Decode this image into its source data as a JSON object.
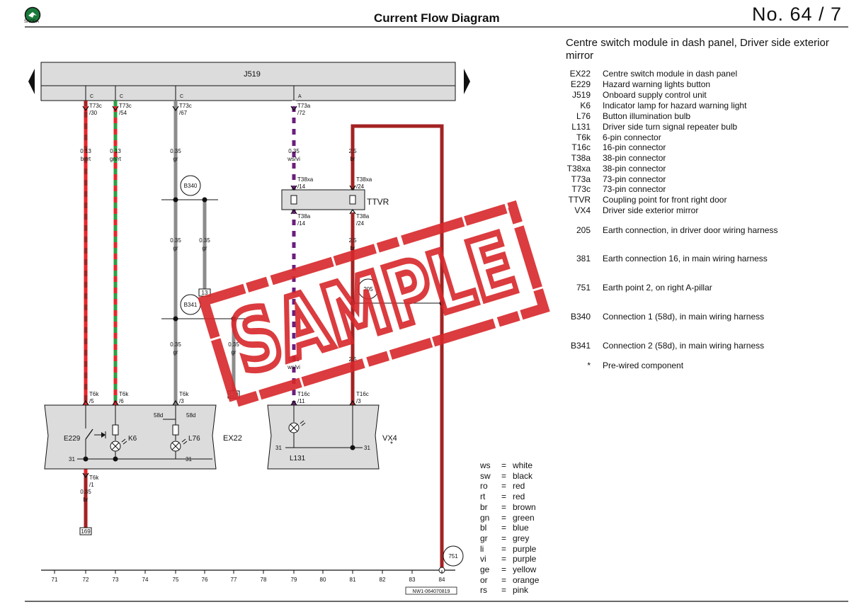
{
  "header": {
    "logo_text": "ŠKODA",
    "title": "Current Flow Diagram",
    "page_no": "No.  64 /  7",
    "subtitle": "Centre switch module in dash panel, Driver side exterior mirror"
  },
  "legend": [
    {
      "code": "EX22",
      "desc": "Centre switch module in dash panel"
    },
    {
      "code": "E229",
      "desc": "Hazard warning lights button"
    },
    {
      "code": "J519",
      "desc": "Onboard supply control unit"
    },
    {
      "code": "K6",
      "desc": "Indicator lamp for hazard warning light"
    },
    {
      "code": "L76",
      "desc": "Button illumination bulb"
    },
    {
      "code": "L131",
      "desc": "Driver side turn signal repeater bulb"
    },
    {
      "code": "T6k",
      "desc": "6-pin connector"
    },
    {
      "code": "T16c",
      "desc": "16-pin connector"
    },
    {
      "code": "T38a",
      "desc": "38-pin connector"
    },
    {
      "code": "T38xa",
      "desc": "38-pin connector"
    },
    {
      "code": "T73a",
      "desc": "73-pin connector"
    },
    {
      "code": "T73c",
      "desc": "73-pin connector"
    },
    {
      "code": "TTVR",
      "desc": "Coupling point for front right door"
    },
    {
      "code": "VX4",
      "desc": "Driver side exterior mirror"
    },
    {
      "code": "205",
      "desc": "Earth connection, in driver door wiring harness"
    },
    {
      "code": "381",
      "desc": "Earth connection 16, in main wiring harness"
    },
    {
      "code": "751",
      "desc": "Earth point 2, on right A-pillar"
    },
    {
      "code": "B340",
      "desc": "Connection 1 (58d), in main wiring harness"
    },
    {
      "code": "B341",
      "desc": "Connection 2 (58d), in main wiring harness"
    },
    {
      "code": "*",
      "desc": "Pre-wired component"
    }
  ],
  "color_codes": [
    {
      "abbr": "ws",
      "name": "white"
    },
    {
      "abbr": "sw",
      "name": "black"
    },
    {
      "abbr": "ro",
      "name": "red"
    },
    {
      "abbr": "rt",
      "name": "red"
    },
    {
      "abbr": "br",
      "name": "brown"
    },
    {
      "abbr": "gn",
      "name": "green"
    },
    {
      "abbr": "bl",
      "name": "blue"
    },
    {
      "abbr": "gr",
      "name": "grey"
    },
    {
      "abbr": "li",
      "name": "purple"
    },
    {
      "abbr": "vi",
      "name": "purple"
    },
    {
      "abbr": "ge",
      "name": "yellow"
    },
    {
      "abbr": "or",
      "name": "orange"
    },
    {
      "abbr": "rs",
      "name": "pink"
    }
  ],
  "diagram": {
    "control_unit": "J519",
    "pin_letters": [
      "C",
      "C",
      "C",
      "A"
    ],
    "connectors_top": [
      {
        "line1": "T73c",
        "line2": "/30"
      },
      {
        "line1": "T73c",
        "line2": "/54"
      },
      {
        "line1": "T73c",
        "line2": "/67"
      },
      {
        "line1": "T73a",
        "line2": "/72"
      }
    ],
    "wire_specs": [
      {
        "size": "0.13",
        "color": "br/rt"
      },
      {
        "size": "0.13",
        "color": "gn/rt"
      },
      {
        "size": "0.35",
        "color": "gr"
      },
      {
        "size": "0.35",
        "color": "ws/vi"
      },
      {
        "size": "2.5",
        "color": "br"
      },
      {
        "size": "0.35",
        "color": "gr"
      },
      {
        "size": "0.35",
        "color": "gr"
      },
      {
        "size": "2.5",
        "color": "br"
      },
      {
        "size": "0.35",
        "color": "gr"
      },
      {
        "size": "0.35",
        "color": "gr"
      },
      {
        "size": "0.35",
        "color": "ws/vi"
      },
      {
        "size": "2.5",
        "color": "br"
      },
      {
        "size": "0.35",
        "color": "br"
      }
    ],
    "nodes": [
      "B340",
      "B341",
      "205",
      "751"
    ],
    "coupling": "TTVR",
    "coupling_pins": [
      {
        "line1": "T38xa",
        "line2": "/14"
      },
      {
        "line1": "T38xa",
        "line2": "/24"
      },
      {
        "line1": "T38a",
        "line2": "/14"
      },
      {
        "line1": "T38a",
        "line2": "/24"
      }
    ],
    "refs": [
      "13",
      "128",
      "169"
    ],
    "bottom_connectors": [
      {
        "line1": "T6k",
        "line2": "/5"
      },
      {
        "line1": "T6k",
        "line2": "/6"
      },
      {
        "line1": "T6k",
        "line2": "/3"
      },
      {
        "line1": "T16c",
        "line2": "/11"
      },
      {
        "line1": "T16c",
        "line2": "/3"
      },
      {
        "line1": "T6k",
        "line2": "/1"
      }
    ],
    "module1": {
      "name": "EX22",
      "e229": "E229",
      "k6": "K6",
      "l76": "L76",
      "term58d": "58d",
      "term31": "31"
    },
    "module2": {
      "name": "VX4",
      "star": "*",
      "l131": "L131",
      "term31": "31"
    },
    "track_numbers": [
      "71",
      "72",
      "73",
      "74",
      "75",
      "76",
      "77",
      "78",
      "79",
      "80",
      "81",
      "82",
      "83",
      "84"
    ],
    "doc_id": "NW1-064070819",
    "watermark": "SAMPLE",
    "colors": {
      "red": "#e8262b",
      "green": "#2aa146",
      "grey": "#8c8c8c",
      "purple": "#6b1f7c",
      "brown": "#a32323",
      "box": "#dcdcdc",
      "stamp": "#d8282b"
    }
  }
}
